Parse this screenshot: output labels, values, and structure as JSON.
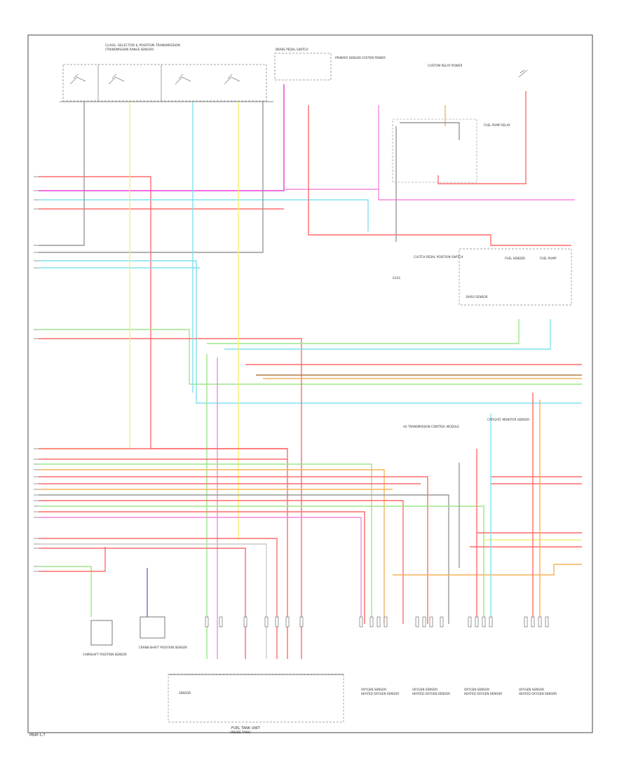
{
  "figure_code": "PB4P-1-7",
  "colors": {
    "red": "#ff6b6b",
    "pink": "#f58adf",
    "magenta": "#e83ad8",
    "cyan": "#7fe0ee",
    "green": "#9ee58a",
    "yellow": "#f4f070",
    "orange": "#f8b25a",
    "gray": "#999999",
    "blue": "#6a72d0",
    "white": "#cccccc",
    "brown": "#b07a45"
  },
  "blocks": {
    "top_switch": "CLASS- SELECTOR & POSITION TRANSMISSION",
    "top_switch_sub": "(TRANSMISSION RANGE SENSOR)",
    "relay_top": "BRAKE PEDAL SWITCH",
    "relay_note": "PRIMARY SENSOR SYSTEM POWER",
    "fuse_block": "CUSTOM RELAY POWER",
    "relay_right": "FUEL PUMP RELAY",
    "sensor_mid": "CLUTCH PEDAL POSITION SWITCH",
    "tank_unit": "FUEL TANK UNIT",
    "tank_sub": "(INSIDE TANK)",
    "cmp": "CAMSHAFT POSITION SENSOR",
    "ckp": "CRANK-SHAFT POSITION SENSOR",
    "inj_text": "OXYGEN SENSOR",
    "inj_desc": "HEATED OXYGEN SENSOR",
    "ground": "G101",
    "note_left": "AS TRANSMISSION CONTROL MODULE",
    "note_right": "CATALYST MONITOR SENSOR",
    "baro": "BARO SENSOR",
    "fuel_sender": "FUEL SENDER",
    "fuel_pump": "FUEL PUMP",
    "sensor_label": "SENSOR"
  }
}
